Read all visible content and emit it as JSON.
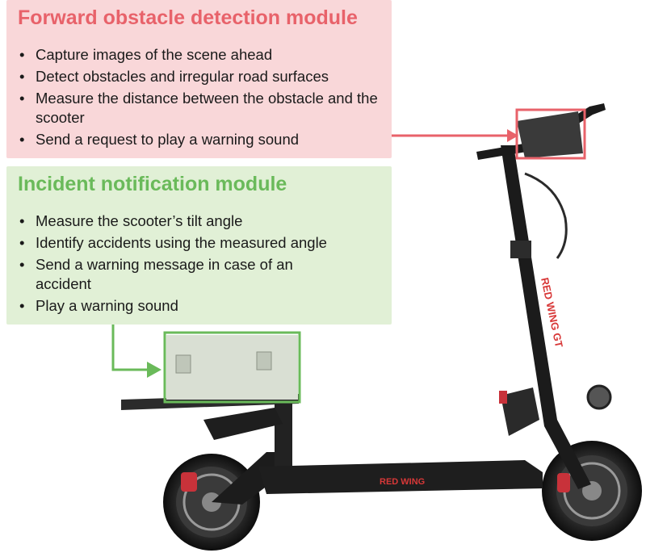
{
  "forward_module": {
    "title": "Forward obstacle detection module",
    "bullets": [
      "Capture images of the scene ahead",
      "Detect obstacles and irregular road surfaces",
      "Measure the distance between the obstacle and the scooter",
      "Send a request to play a warning sound"
    ]
  },
  "incident_module": {
    "title": "Incident notification module",
    "bullets": [
      "Measure the scooter’s tilt angle",
      "Identify accidents using the measured angle",
      "Send a warning message in case of an accident",
      "Play a warning sound"
    ]
  },
  "scooter_branding": {
    "stem_text": "RED WING GT",
    "deck_text": "RED WING"
  },
  "colors": {
    "forward_accent": "#e8626a",
    "forward_panel": "#f9d7d9",
    "incident_accent": "#6aba5a",
    "incident_panel": "#e1f0d6"
  }
}
